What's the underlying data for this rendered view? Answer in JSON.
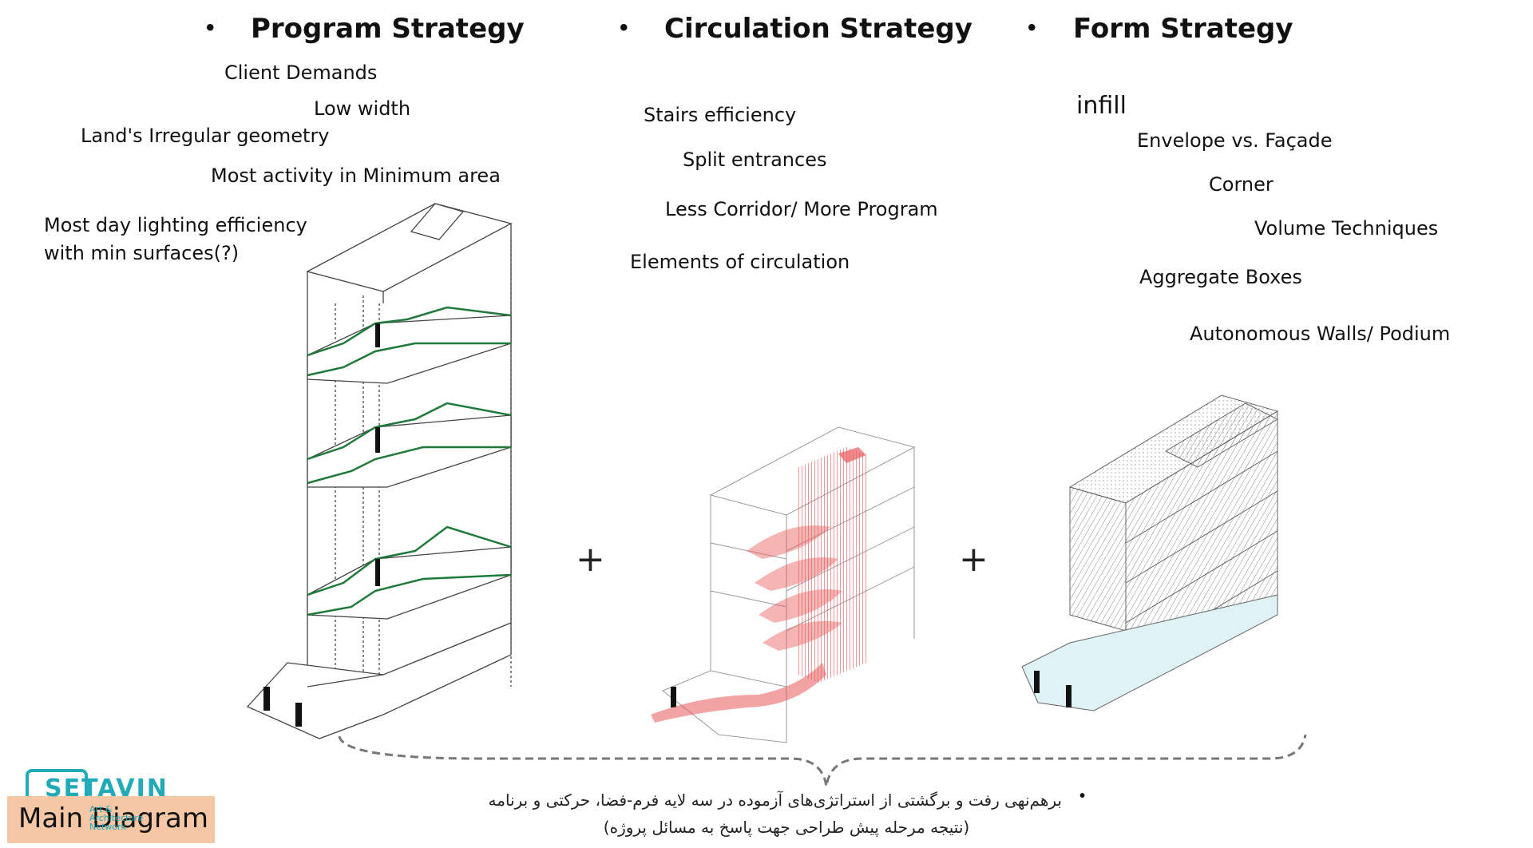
{
  "columns": {
    "program": {
      "heading": "Program Strategy",
      "items": [
        "Client Demands",
        "Low width",
        "Land's Irregular geometry",
        "Most activity in Minimum area",
        "Most day lighting efficiency",
        "with min surfaces(?)"
      ]
    },
    "circulation": {
      "heading": "Circulation Strategy",
      "items": [
        "Stairs efficiency",
        "Split entrances",
        "Less Corridor/ More Program",
        "Elements of circulation"
      ]
    },
    "form": {
      "heading": "Form Strategy",
      "items": [
        "infill",
        "Envelope vs. Façade",
        "Corner",
        "Volume Techniques",
        "Aggregate Boxes",
        "Autonomous Walls/ Podium"
      ]
    }
  },
  "bullet_symbol": "•",
  "plus_symbol": "+",
  "caption": {
    "line1": "برهم‌نهی رفت و برگشتی از استراتژی‌های آزموده در سه لایه فرم-فضا، حرکتی و برنامه",
    "line2": "(نتیجه مرحله پیش طراحی جهت پاسخ به مسائل پروژه)"
  },
  "label": "Main Diagram",
  "logo": {
    "name": "SETAVIN",
    "tagline": [
      "Art &",
      "Architecture",
      "Network"
    ]
  },
  "colors": {
    "program_green": "#1f7a3a",
    "circulation_red": "#e85a5a",
    "form_blue": "#dff2f6",
    "brace_gray": "#777777",
    "label_bg": "#f6c7a5",
    "logo": "#22aab8"
  }
}
